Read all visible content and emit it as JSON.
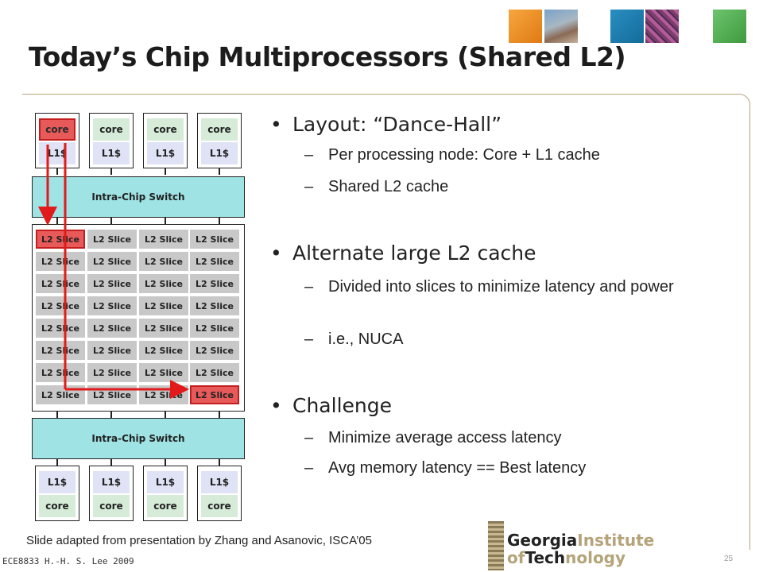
{
  "slide": {
    "title": "Today’s Chip Multiprocessors (Shared L2)",
    "source_note": "Slide adapted from presentation by Zhang and Asanovic, ISCA’05",
    "footer_left": "ECE8833 H.-H. S. Lee 2009",
    "page_number": "25",
    "logo": {
      "line1_dark": "Georgia",
      "line1_gold": "Institute",
      "line2_gold": "of",
      "line2_dark": "Tech",
      "line2_gold_end": "nology"
    }
  },
  "diagram": {
    "top_nodes": [
      {
        "core": "core",
        "l1": "L1$"
      },
      {
        "core": "core",
        "l1": "L1$"
      },
      {
        "core": "core",
        "l1": "L1$"
      },
      {
        "core": "core",
        "l1": "L1$"
      }
    ],
    "bottom_nodes": [
      {
        "core": "core",
        "l1": "L1$"
      },
      {
        "core": "core",
        "l1": "L1$"
      },
      {
        "core": "core",
        "l1": "L1$"
      },
      {
        "core": "core",
        "l1": "L1$"
      }
    ],
    "switch_top": "Intra-Chip Switch",
    "switch_bottom": "Intra-Chip Switch",
    "l2_label": "L2 Slice",
    "l2_columns": 4,
    "l2_rows": 8,
    "highlight_color": "#e85a5a",
    "arrow_color": "#e11b1b"
  },
  "bullets": [
    {
      "text": "Layout: “Dance-Hall”",
      "subs": [
        "Per processing node: Core + L1 cache",
        "Shared L2 cache"
      ]
    },
    {
      "text": "Alternate large L2 cache",
      "subs": [
        "Divided into slices to minimize latency and power",
        "i.e., NUCA"
      ]
    },
    {
      "text": "Challenge",
      "subs": [
        "Minimize average access latency",
        "Avg memory latency == Best latency"
      ]
    }
  ],
  "icons": {
    "bullet": "•",
    "sub_bullet": "–"
  }
}
